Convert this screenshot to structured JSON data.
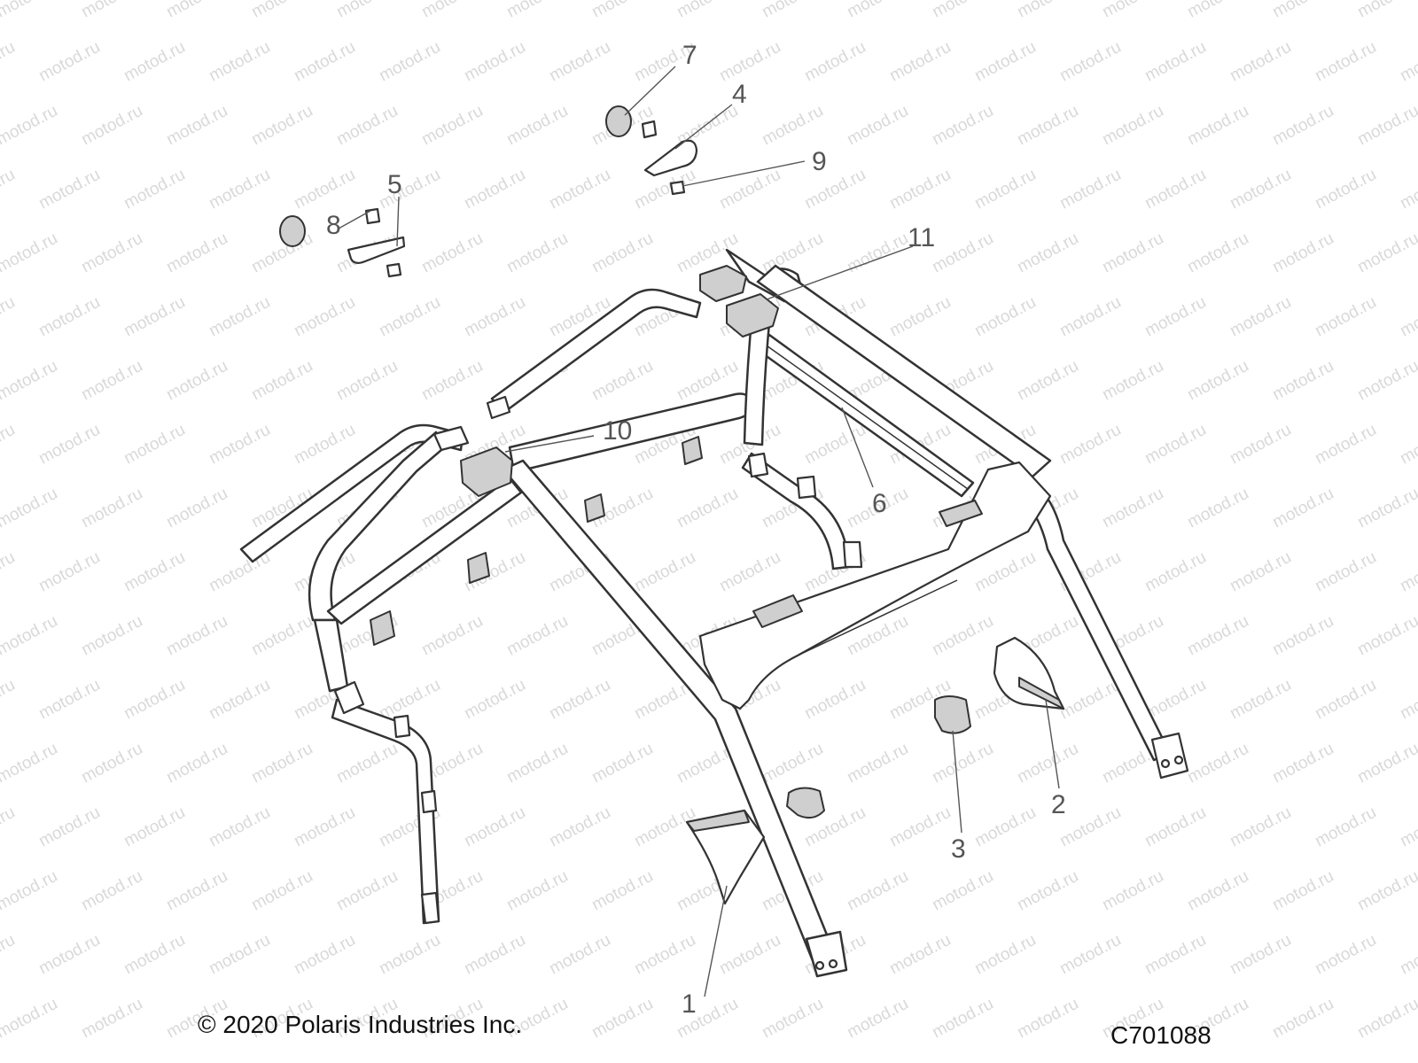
{
  "watermark": {
    "text": "motod.ru"
  },
  "callouts": [
    {
      "id": "1",
      "label": "1"
    },
    {
      "id": "2",
      "label": "2"
    },
    {
      "id": "3",
      "label": "3"
    },
    {
      "id": "4",
      "label": "4"
    },
    {
      "id": "5",
      "label": "5"
    },
    {
      "id": "6",
      "label": "6"
    },
    {
      "id": "7",
      "label": "7"
    },
    {
      "id": "8",
      "label": "8"
    },
    {
      "id": "9",
      "label": "9"
    },
    {
      "id": "10",
      "label": "10"
    },
    {
      "id": "11",
      "label": "11"
    }
  ],
  "footer": {
    "copyright": "© 2020 Polaris Industries Inc.",
    "figure_code": "C701088"
  }
}
